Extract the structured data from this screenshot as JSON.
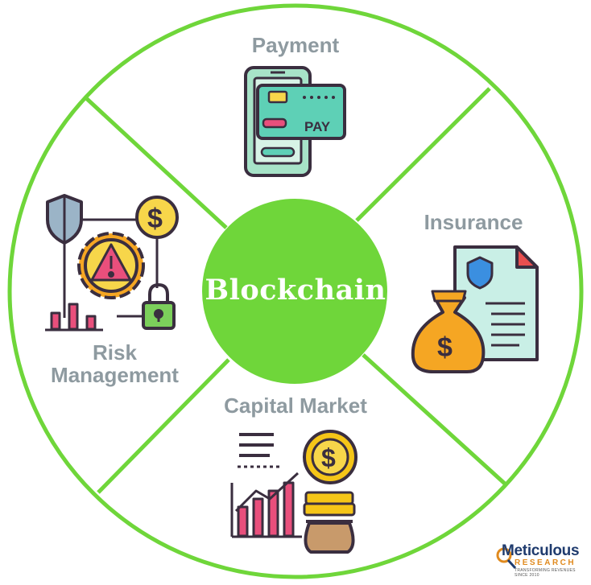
{
  "center": {
    "title": "Blockchain"
  },
  "segments": {
    "payment": {
      "label": "Payment",
      "icon": "smartphone-pay-card-icon",
      "card_text": "PAY"
    },
    "insurance": {
      "label": "Insurance",
      "icon": "insurance-document-money-bag-icon",
      "symbol": "$"
    },
    "capital_market": {
      "label": "Capital Market",
      "icon": "growth-chart-coins-icon",
      "symbol": "$"
    },
    "risk_management": {
      "label_line1": "Risk",
      "label_line2": "Management",
      "icon": "risk-gear-warning-icon",
      "symbol": "$"
    }
  },
  "logo": {
    "name": "Meticulous",
    "sub": "RESEARCH",
    "tagline": "TRANSFORMING REVENUES SINCE 2010"
  },
  "colors": {
    "ring": "#6fd63a",
    "center_fill": "#6fd63a",
    "label": "#8e9aa0",
    "outline": "#3a2e3f"
  }
}
